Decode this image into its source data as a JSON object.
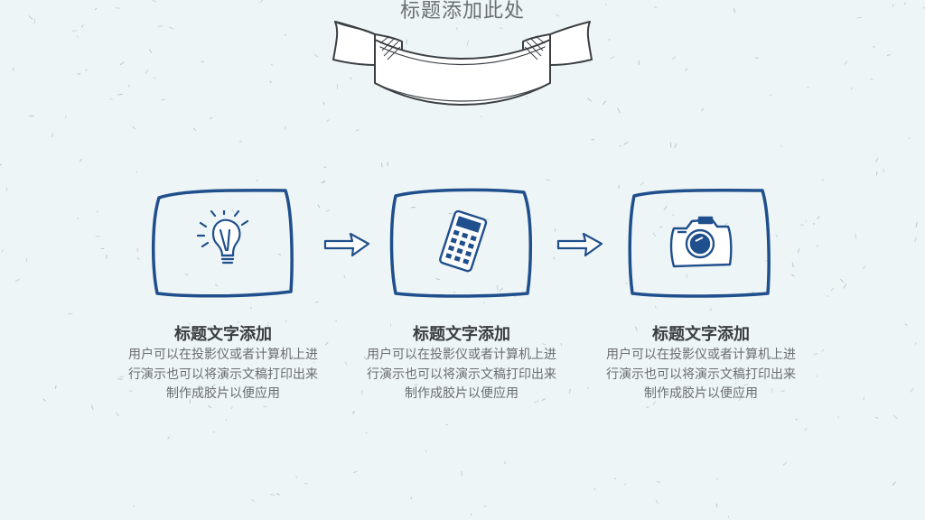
{
  "banner": {
    "title": "标题添加此处"
  },
  "colors": {
    "background": "#eef5f6",
    "ink": "#1f4f8c",
    "banner_ink": "#3b3f44"
  },
  "items": [
    {
      "icon": "lightbulb-icon",
      "title": "标题文字添加",
      "desc": [
        "用户可以在投影仪或者计算机上进",
        "行演示也可以将演示文稿打印出来",
        "制作成胶片以便应用"
      ]
    },
    {
      "icon": "calculator-icon",
      "title": "标题文字添加",
      "desc": [
        "用户可以在投影仪或者计算机上进",
        "行演示也可以将演示文稿打印出来",
        "制作成胶片以便应用"
      ]
    },
    {
      "icon": "camera-icon",
      "title": "标题文字添加",
      "desc": [
        "用户可以在投影仪或者计算机上进",
        "行演示也可以将演示文稿打印出来",
        "制作成胶片以便应用"
      ]
    }
  ]
}
